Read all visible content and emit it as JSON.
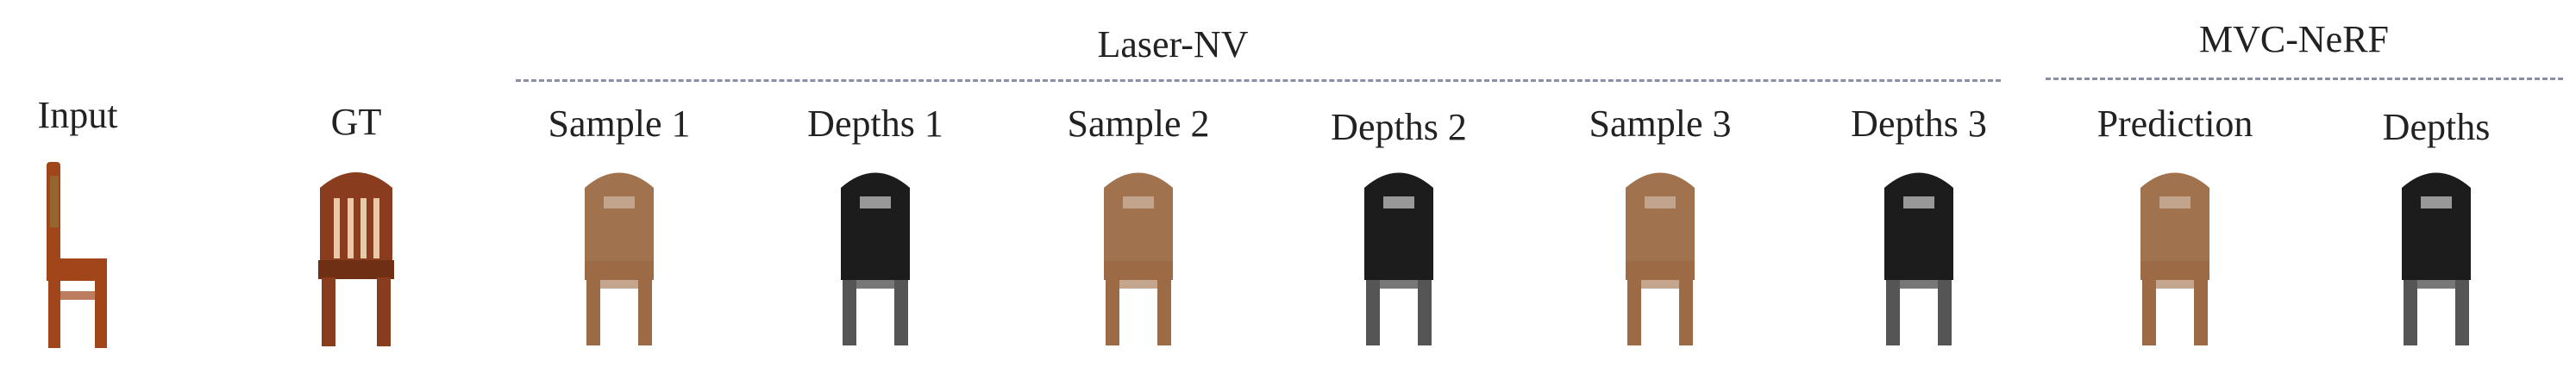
{
  "groups": {
    "laser": "Laser-NV",
    "mvc": "MVC-NeRF"
  },
  "columns": [
    {
      "label": "Input",
      "kind": "input"
    },
    {
      "label": "GT",
      "kind": "gt"
    },
    {
      "label": "Sample 1",
      "kind": "rgb"
    },
    {
      "label": "Depths 1",
      "kind": "depth"
    },
    {
      "label": "Sample 2",
      "kind": "rgb"
    },
    {
      "label": "Depths 2",
      "kind": "depth"
    },
    {
      "label": "Sample 3",
      "kind": "rgb"
    },
    {
      "label": "Depths 3",
      "kind": "depth"
    },
    {
      "label": "Prediction",
      "kind": "rgb"
    },
    {
      "label": "Depths",
      "kind": "depth"
    }
  ],
  "colors": {
    "input_chair": "#a0461a",
    "gt_chair": "#8a3d1e",
    "rgb_chair": "#9c6a45",
    "depth_chair": "#1c1c1c",
    "dash": "#8a8fa6"
  }
}
